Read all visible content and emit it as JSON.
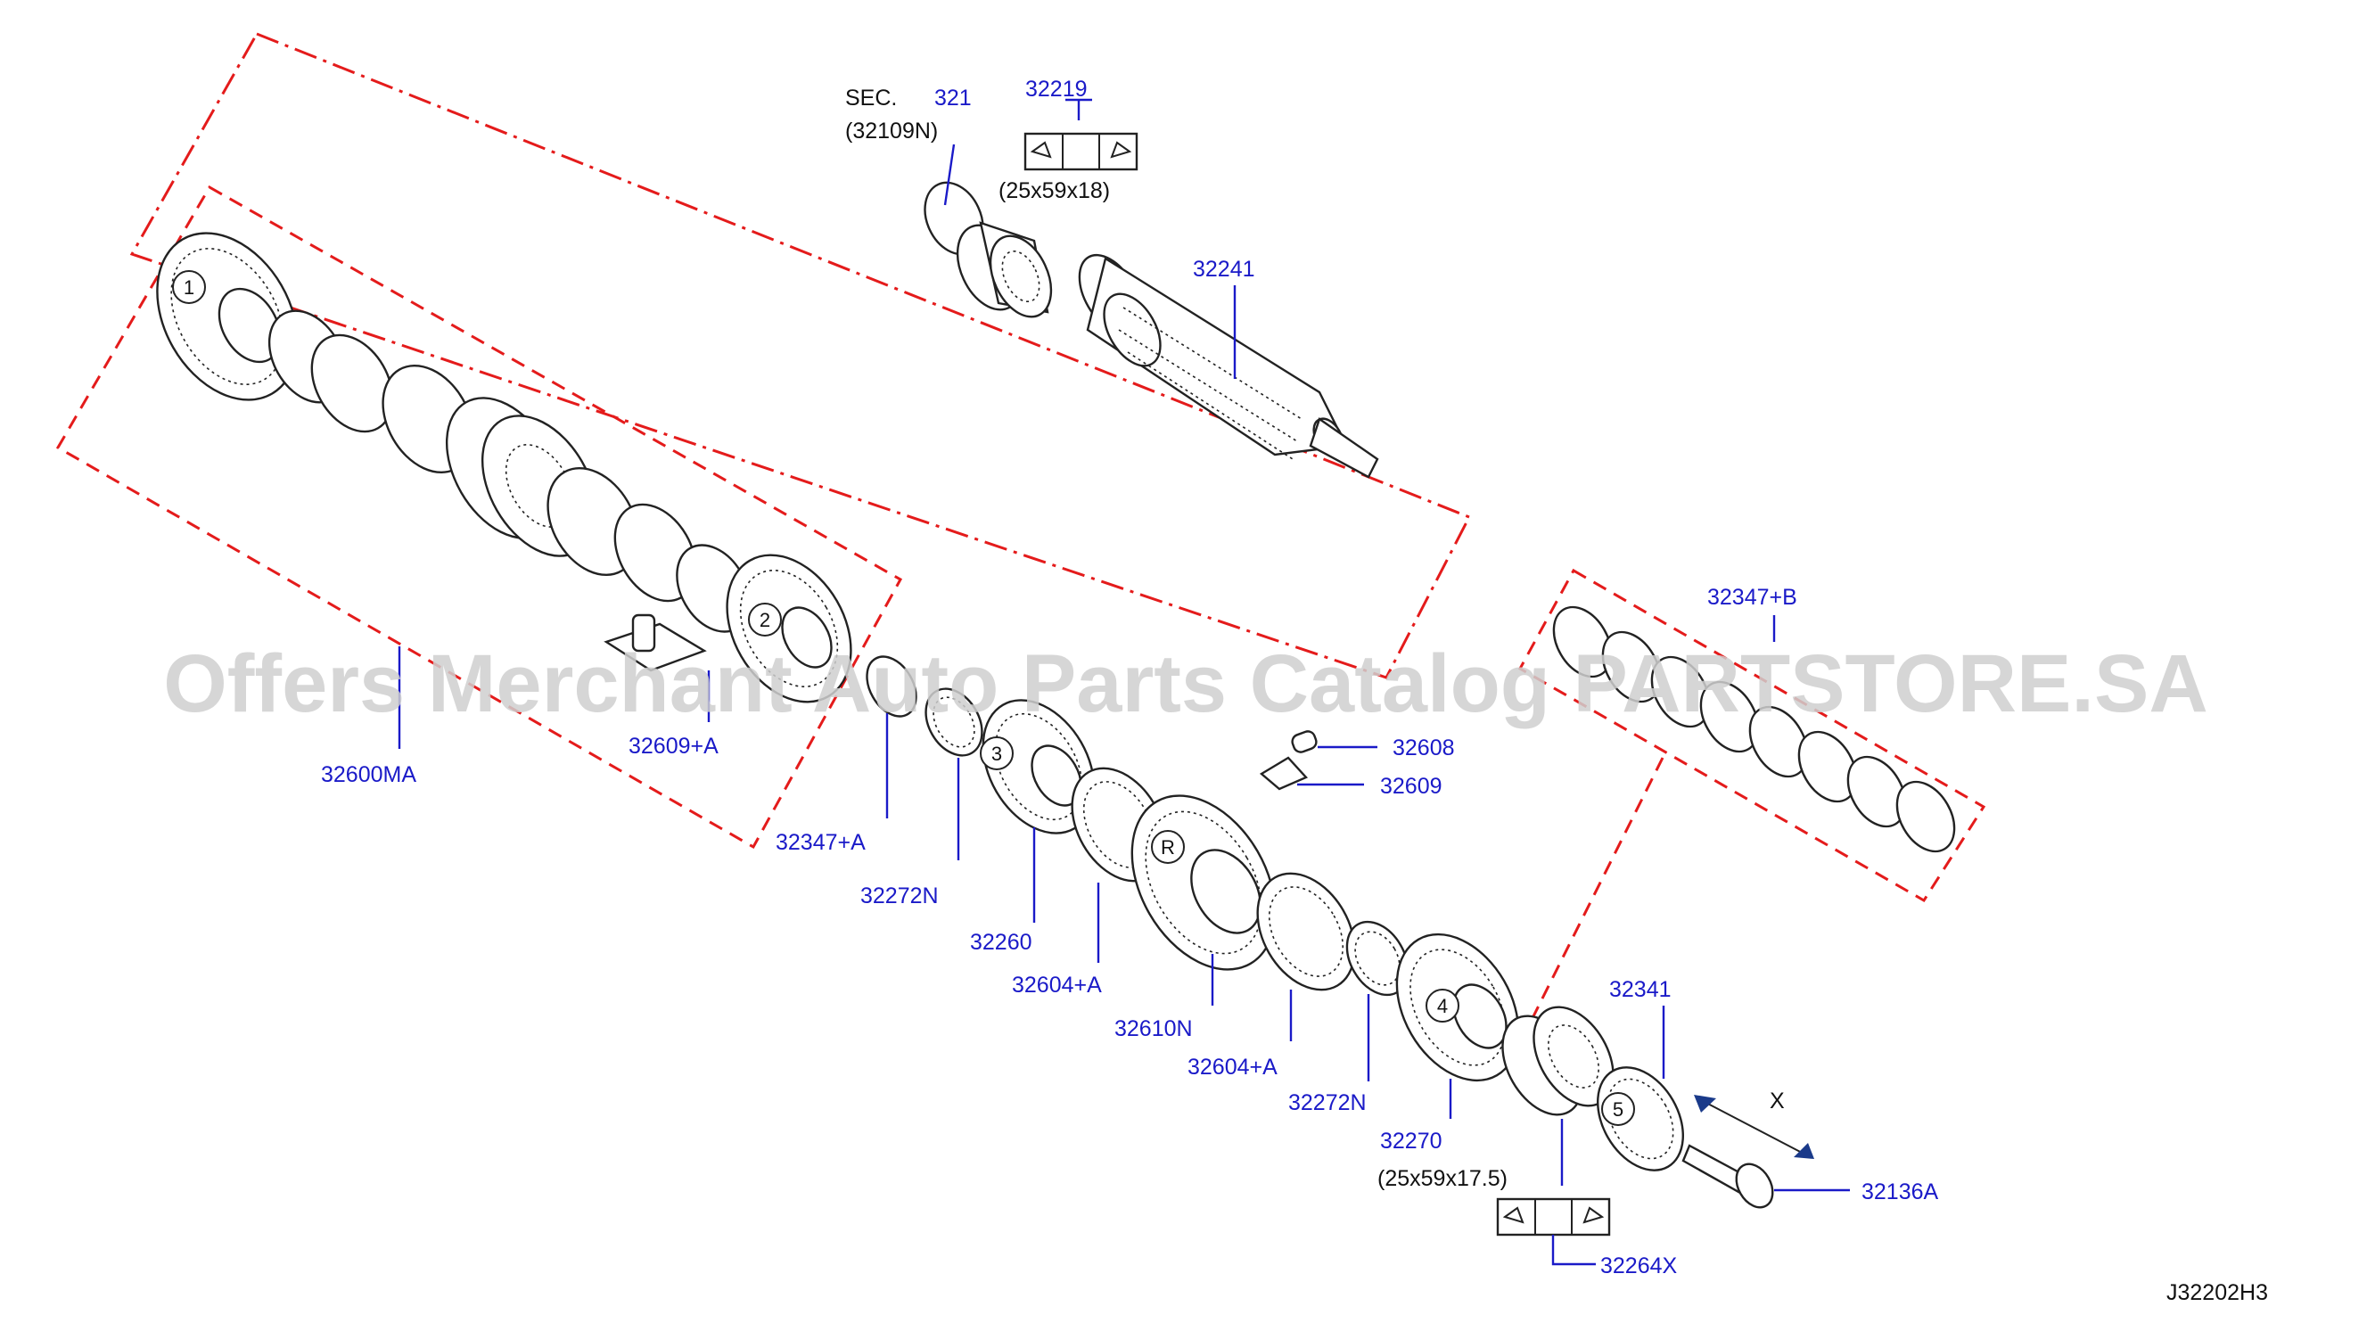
{
  "watermark": "Offers Merchant Auto Parts Catalog PARTSTORE.SA",
  "diagram_code": "J32202H3",
  "section_ref": {
    "prefix": "SEC.",
    "number": "321",
    "sub": "(32109N)"
  },
  "bearing_top_dims": "(25x59x18)",
  "bearing_bottom_dims": "(25x59x17.5)",
  "dimension_x": "X",
  "callouts": [
    "1",
    "2",
    "3",
    "R",
    "4",
    "5"
  ],
  "labels": {
    "p32219": "32219",
    "p32241": "32241",
    "p32600MA": "32600MA",
    "p32609A": "32609+A",
    "p32347A": "32347+A",
    "p32272N_a": "32272N",
    "p32260": "32260",
    "p32604A_a": "32604+A",
    "p32610N": "32610N",
    "p32604A_b": "32604+A",
    "p32272N_b": "32272N",
    "p32270": "32270",
    "p32608": "32608",
    "p32609": "32609",
    "p32347B": "32347+B",
    "p32341": "32341",
    "p32136A": "32136A",
    "p32264X": "32264X"
  }
}
